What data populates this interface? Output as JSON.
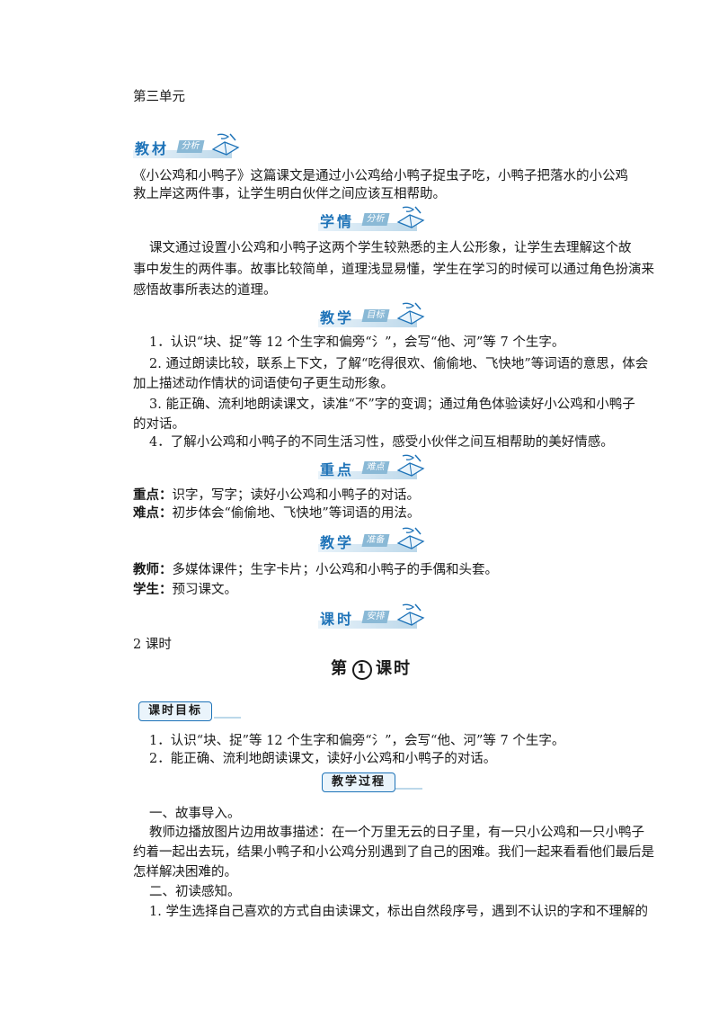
{
  "unit_title": "第三单元",
  "sections": {
    "material": {
      "main": "教材",
      "sub": "分析"
    },
    "student": {
      "main": "学情",
      "sub": "分析"
    },
    "goals": {
      "main": "教学",
      "sub": "目标"
    },
    "keypoints": {
      "main": "重点",
      "sub": "难点"
    },
    "prep": {
      "main": "教学",
      "sub": "准备"
    },
    "schedule": {
      "main": "课时",
      "sub": "安排"
    }
  },
  "material_text": [
    "《小公鸡和小鸭子》这篇课文是通过小公鸡给小鸭子捉虫子吃，小鸭子把落水的小公鸡",
    "救上岸这两件事，让学生明白伙伴之间应该互相帮助。"
  ],
  "student_text": [
    "课文通过设置小公鸡和小鸭子这两个学生较熟悉的主人公形象，让学生去理解这个故",
    "事中发生的两件事。故事比较简单，道理浅显易懂，学生在学习的时候可以通过角色扮演来",
    "感悟故事所表达的道理。"
  ],
  "goals": [
    "1．认识“块、捉”等 12 个生字和偏旁“氵”，会写“他、河”等 7 个生字。",
    "2. 通过朗读比较，联系上下文，了解“吃得很欢、偷偷地、飞快地”等词语的意思，体会",
    "加上描述动作情状的词语使句子更生动形象。",
    "3. 能正确、流利地朗读课文，读准“不”字的变调；通过角色体验读好小公鸡和小鸭子",
    "的对话。",
    "4．了解小公鸡和小鸭子的不同生活习性，感受小伙伴之间互相帮助的美好情感。"
  ],
  "keypoints": {
    "key_label": "重点：",
    "key_text": "识字，写字；读好小公鸡和小鸭子的对话。",
    "hard_label": "难点：",
    "hard_text": "初步体会“偷偷地、飞快地”等词语的用法。"
  },
  "prep": {
    "teacher_label": "教师：",
    "teacher_text": "多媒体课件；生字卡片；小公鸡和小鸭子的手偶和头套。",
    "student_label": "学生：",
    "student_text": "预习课文。"
  },
  "schedule_text": "2 课时",
  "lesson": {
    "prefix": "第",
    "number": "1",
    "suffix": "课时"
  },
  "lesson_goals_title": "课时目标",
  "lesson_goals": [
    "1．认识“块、捉”等 12 个生字和偏旁“氵”，会写“他、河”等 7 个生字。",
    "2．能正确、流利地朗读课文，读好小公鸡和小鸭子的对话。"
  ],
  "process_title": "教学过程",
  "process": [
    "一、故事导入。",
    "教师边播放图片边用故事描述：在一个万里无云的日子里，有一只小公鸡和一只小鸭子",
    "约着一起出去玩，结果小鸭子和小公鸡分别遇到了自己的困难。我们一起来看看他们最后是",
    "怎样解决困难的。",
    "二、初读感知。",
    "1. 学生选择自己喜欢的方式自由读课文，标出自然段序号，遇到不认识的字和不理解的"
  ]
}
